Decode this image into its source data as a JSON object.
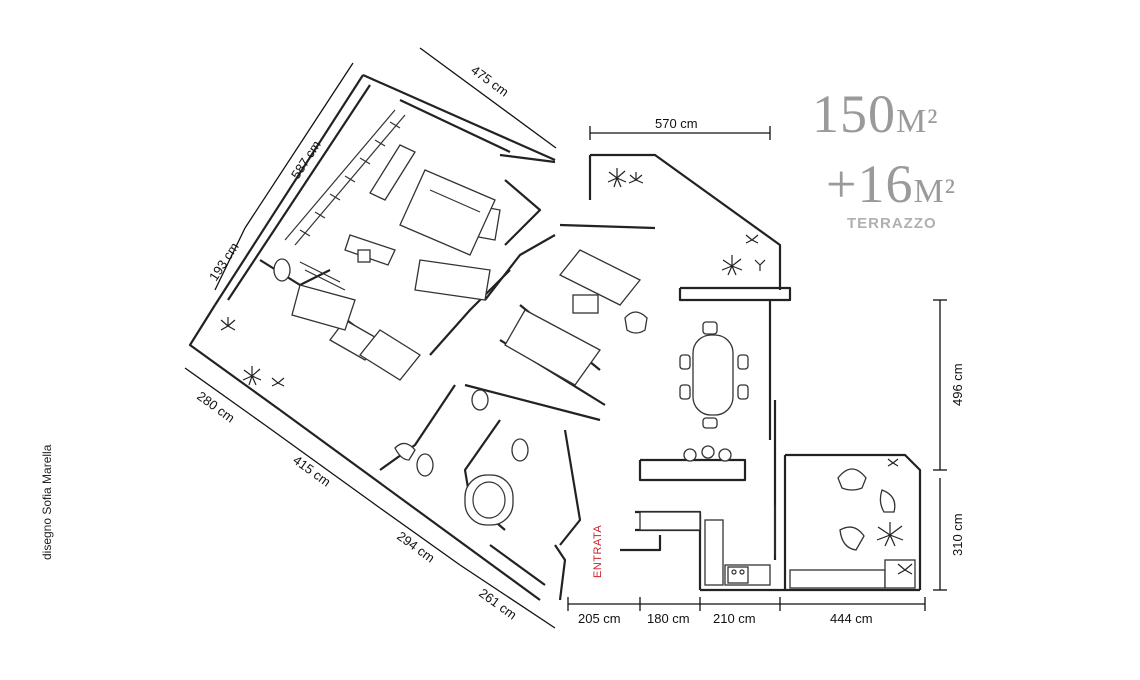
{
  "area": {
    "main_number": "150",
    "main_unit": "M²",
    "terrace_number": "+16",
    "terrace_unit": "M²",
    "terrace_label": "TERRAZZO"
  },
  "credit": "disegno Sofia Marella",
  "entrance_label": "ENTRATA",
  "dimensions": {
    "d475": "475 cm",
    "d587": "587 cm",
    "d193": "193 cm",
    "d570": "570 cm",
    "d280": "280 cm",
    "d415": "415 cm",
    "d294": "294 cm",
    "d261": "261 cm",
    "d496": "496 cm",
    "d310": "310 cm",
    "d205": "205 cm",
    "d180": "180 cm",
    "d210": "210 cm",
    "d444": "444 cm"
  },
  "colors": {
    "area_text": "#9a9a9a",
    "terrace_label": "#b0b0b0",
    "entrance": "#d0202a",
    "ink": "#222222"
  }
}
